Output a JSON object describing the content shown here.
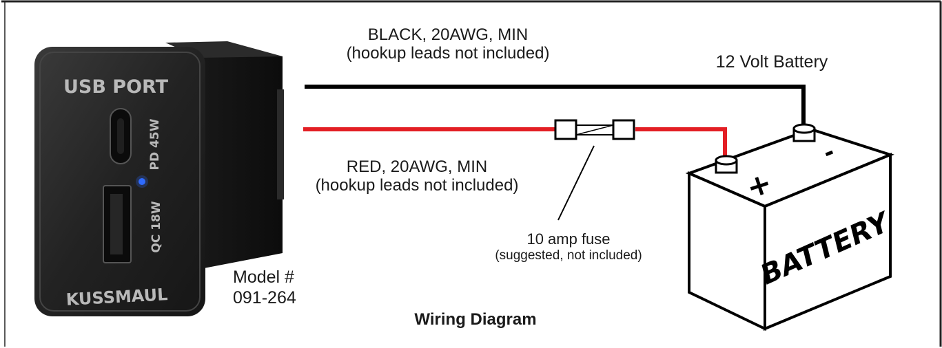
{
  "wires": {
    "black": {
      "line1": "BLACK, 20AWG, MIN",
      "line2": "(hookup leads not included)",
      "color": "#000000"
    },
    "red": {
      "line1": "RED, 20AWG, MIN",
      "line2": "(hookup leads not included)",
      "color": "#e31e24"
    }
  },
  "battery": {
    "caption": "12 Volt Battery",
    "face_label": "BATTERY",
    "positive": "+",
    "negative": "-"
  },
  "fuse": {
    "line1": "10  amp fuse",
    "line2": "(suggested, not included)"
  },
  "device": {
    "top_label": "USB PORT",
    "bottom_label": "KUSSMAUL",
    "port_c_label": "PD 45W",
    "port_a_label": "QC 18W",
    "led_color": "#2f6bff"
  },
  "model": {
    "line1": "Model #",
    "line2": "091-264"
  },
  "title": "Wiring Diagram"
}
